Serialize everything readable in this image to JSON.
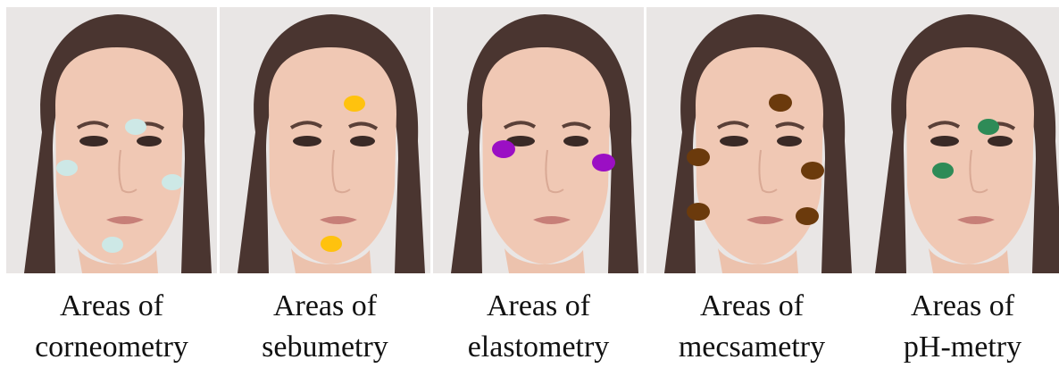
{
  "panels": [
    {
      "caption_line1": "Areas of",
      "caption_line2": "corneometry",
      "marker_color": "#cde8e6",
      "marker_sites": [
        "forehead-center",
        "left-cheek",
        "right-cheek",
        "chin"
      ]
    },
    {
      "caption_line1": "Areas of",
      "caption_line2": "sebumetry",
      "marker_color": "#ffc20e",
      "marker_sites": [
        "forehead",
        "chin"
      ]
    },
    {
      "caption_line1": "Areas of",
      "caption_line2": "elastometry",
      "marker_color": "#9b0fc4",
      "marker_sites": [
        "left-cheekbone",
        "right-cheekbone"
      ]
    },
    {
      "caption_line1": "Areas of",
      "caption_line2": "mecsametry",
      "marker_color": "#6b3a0c",
      "marker_sites": [
        "forehead",
        "left-cheek",
        "right-cheek",
        "left-jaw",
        "right-jaw"
      ]
    },
    {
      "caption_line1": "Areas of",
      "caption_line2": "pH-metry",
      "marker_color": "#2e8b57",
      "marker_sites": [
        "forehead",
        "left-cheek"
      ]
    }
  ]
}
